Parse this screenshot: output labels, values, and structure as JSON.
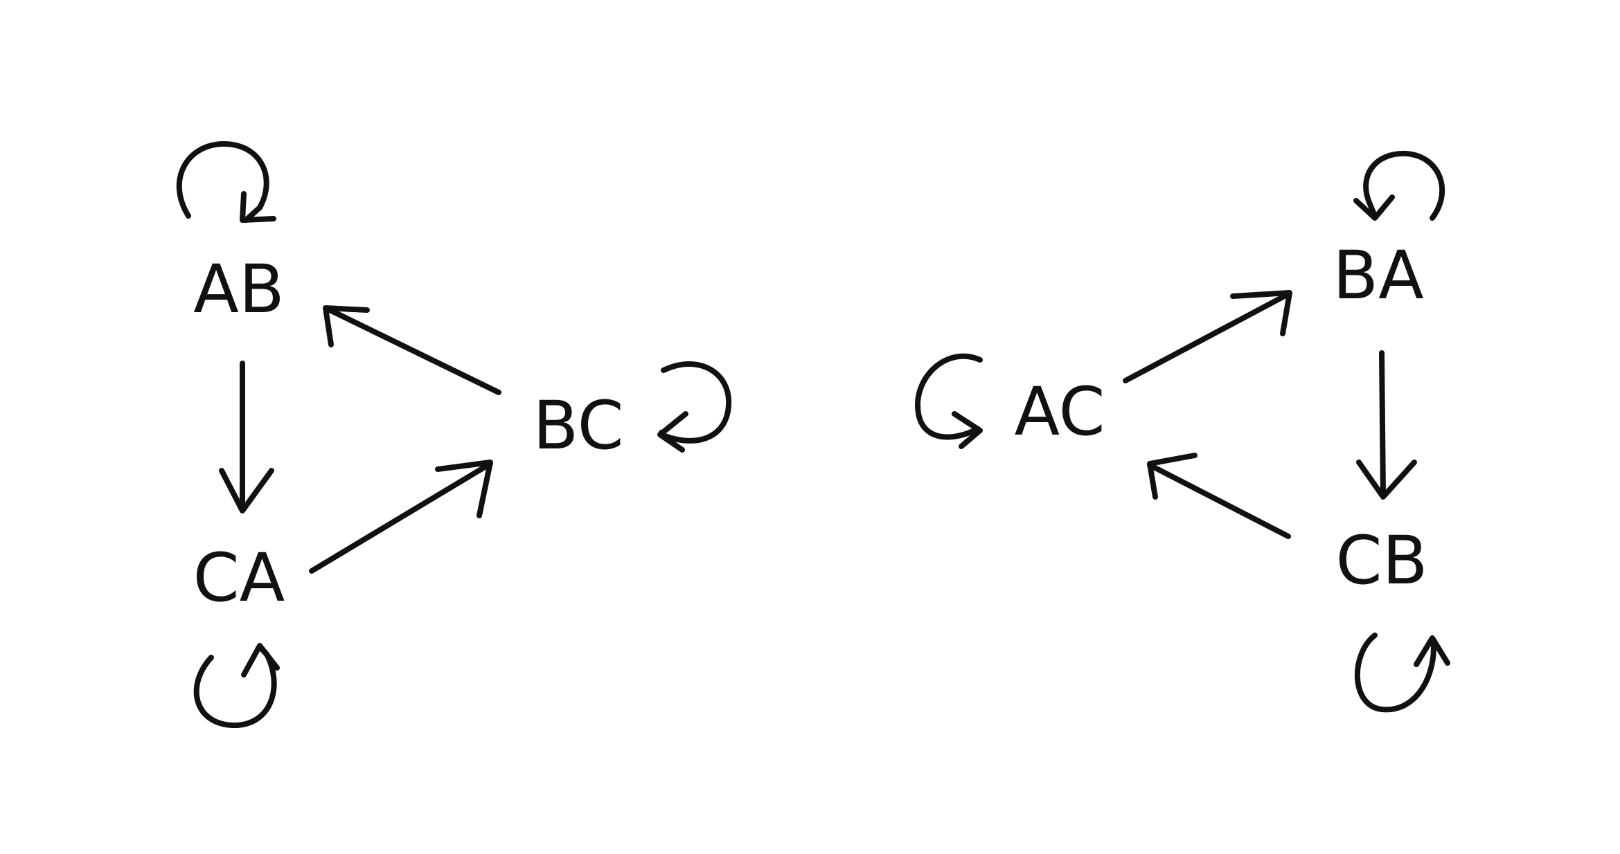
{
  "diagram": {
    "stroke_color": "#111111",
    "background": "#ffffff",
    "graphs": [
      {
        "id": "left",
        "nodes": [
          {
            "id": "AB",
            "label": "AB",
            "self_loop": true
          },
          {
            "id": "BC",
            "label": "BC",
            "self_loop": true
          },
          {
            "id": "CA",
            "label": "CA",
            "self_loop": true
          }
        ],
        "edges": [
          {
            "from": "AB",
            "to": "CA"
          },
          {
            "from": "CA",
            "to": "BC"
          },
          {
            "from": "BC",
            "to": "AB"
          }
        ]
      },
      {
        "id": "right",
        "nodes": [
          {
            "id": "AC",
            "label": "AC",
            "self_loop": true
          },
          {
            "id": "BA",
            "label": "BA",
            "self_loop": true
          },
          {
            "id": "CB",
            "label": "CB",
            "self_loop": true
          }
        ],
        "edges": [
          {
            "from": "AC",
            "to": "BA"
          },
          {
            "from": "BA",
            "to": "CB"
          },
          {
            "from": "CB",
            "to": "AC"
          }
        ]
      }
    ]
  }
}
